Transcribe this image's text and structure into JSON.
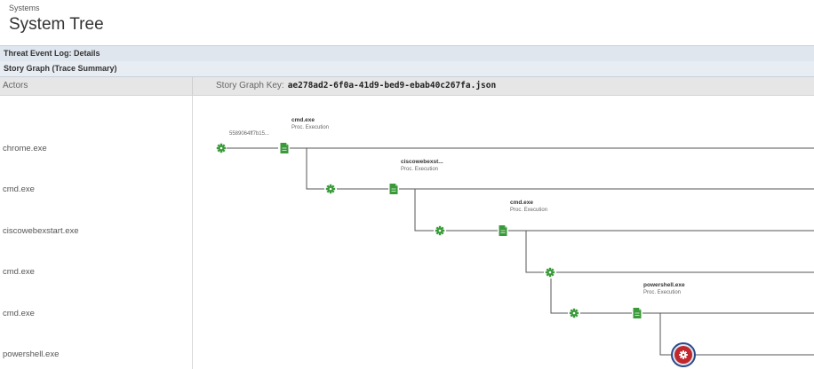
{
  "breadcrumb": "Systems",
  "page_title": "System Tree",
  "bars": {
    "event_log": "Threat Event Log: Details",
    "story_graph": "Story Graph (Trace Summary)"
  },
  "table_header": {
    "actors_label": "Actors",
    "key_label": "Story Graph Key:",
    "key_value": "ae278ad2-6f0a-41d9-bed9-ebab40c267fa.json"
  },
  "actors": [
    "chrome.exe",
    "cmd.exe",
    "ciscowebexstart.exe",
    "cmd.exe",
    "cmd.exe",
    "powershell.exe"
  ],
  "graph": {
    "hash_label": "5589064ff7b15...",
    "nodes": [
      {
        "title": "cmd.exe",
        "subtitle": "Proc. Execution"
      },
      {
        "title": "ciscowebexst...",
        "subtitle": "Proc. Execution"
      },
      {
        "title": "cmd.exe",
        "subtitle": "Proc. Execution"
      },
      {
        "title": "powershell.exe",
        "subtitle": "Proc. Execution"
      }
    ],
    "colors": {
      "process": "#3a9a3a",
      "alert": "#c0282d",
      "line": "#555555"
    }
  }
}
